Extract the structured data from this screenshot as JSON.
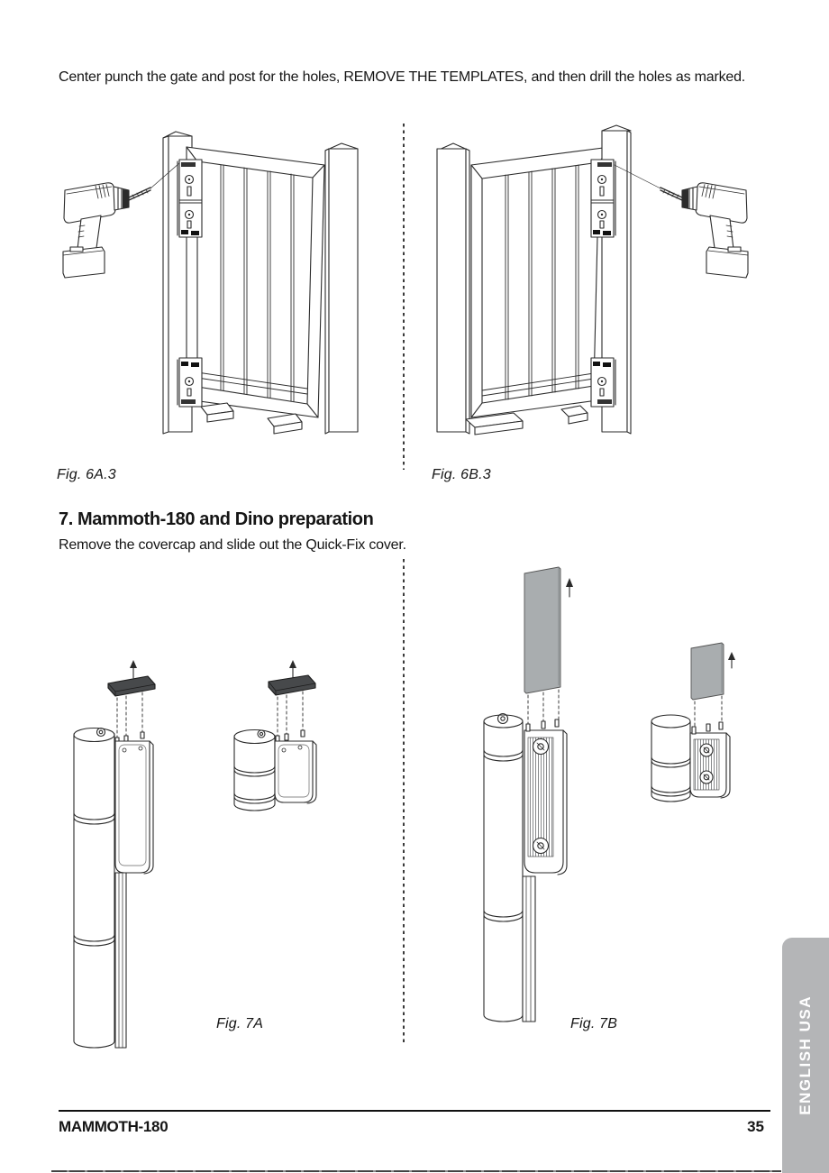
{
  "page": {
    "intro": "Center punch the gate and post for the holes, REMOVE THE TEMPLATES, and then drill the holes as marked.",
    "section7": {
      "heading": "7. Mammoth-180 and Dino preparation",
      "body": "Remove the covercap and slide out the Quick-Fix cover."
    },
    "captions": {
      "fig6a": "Fig. 6A.3",
      "fig6b": "Fig. 6B.3",
      "fig7a": "Fig. 7A",
      "fig7b": "Fig. 7B"
    },
    "footer": {
      "product": "MAMMOTH-180",
      "page_number": "35"
    },
    "side_tab": {
      "label": "ENGLISH USA"
    },
    "colors": {
      "line_art": "#2b2b2b",
      "tab_background": "#b4b5b7",
      "tab_text": "#ffffff",
      "covercap": "#47494b",
      "quick_fix_cover": "#a9adaf"
    }
  }
}
